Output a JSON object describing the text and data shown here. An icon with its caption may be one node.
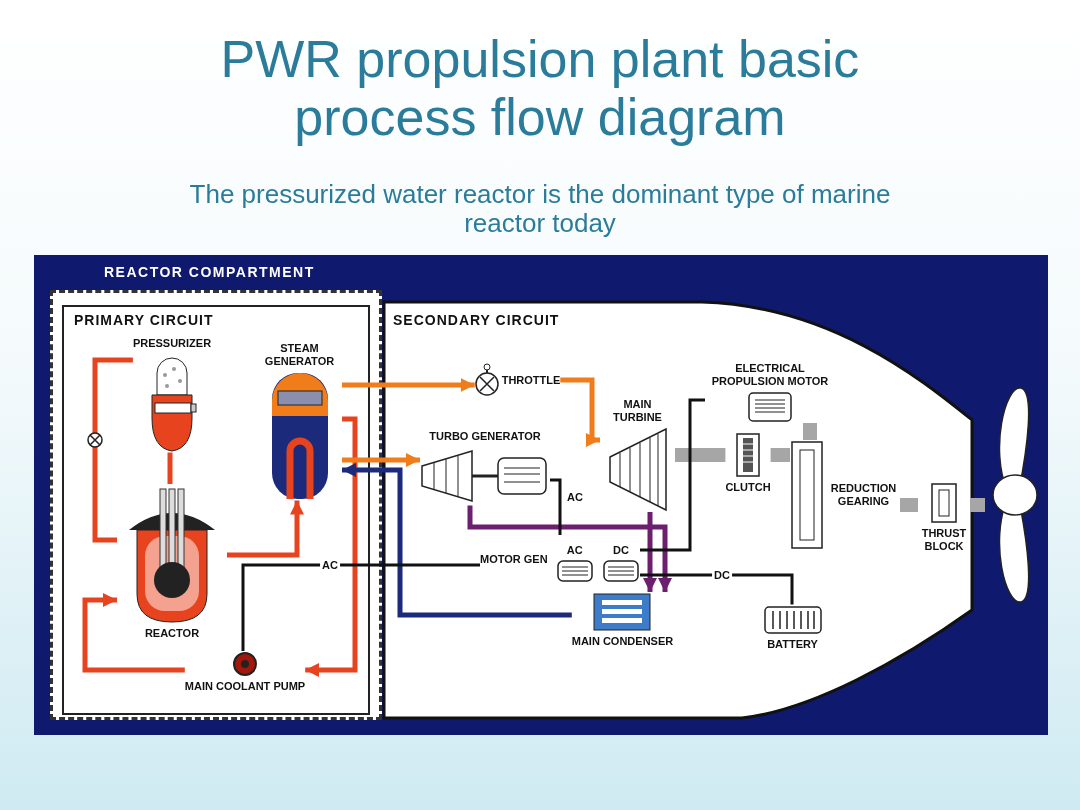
{
  "diagram": {
    "title": "PWR propulsion plant basic process flow diagram",
    "nodes": [
      {
        "text": [
          "REACTOR COMPARTMENT"
        ]
      },
      {
        "text": [
          "PRIMARY CIRCUIT"
        ],
        "in": 0
      },
      {
        "text": [
          "PRESSURIZER"
        ],
        "in": 1
      },
      {
        "text": [
          "STEAM GENERATOR"
        ],
        "in": 1
      },
      {
        "text": [
          "REACTOR"
        ],
        "in": 1
      },
      {
        "text": [
          "MAIN COOLANT PUMP"
        ],
        "in": 1
      },
      {
        "text": [
          "SECONDARY CIRCUIT"
        ]
      },
      {
        "text": [
          "THROTTLE"
        ],
        "in": 6
      },
      {
        "text": [
          "MAIN TURBINE"
        ],
        "in": 6
      },
      {
        "text": [
          "TURBO GENERATOR"
        ],
        "in": 6
      },
      {
        "text": [
          "MOTOR GEN",
          "AC",
          "DC"
        ],
        "in": 6
      },
      {
        "text": [
          "MAIN CONDENSER"
        ],
        "in": 6
      },
      {
        "text": [
          "CLUTCH"
        ],
        "in": 6
      },
      {
        "text": [
          "ELECTRICAL PROPULSION MOTOR"
        ],
        "in": 6
      },
      {
        "text": [
          "REDUCTION GEARING"
        ],
        "in": 6
      },
      {
        "text": [
          "THRUST BLOCK"
        ],
        "in": 6
      },
      {
        "text": [
          "BATTERY"
        ],
        "in": 6
      },
      {
        "text": [],
        "shape": "picture"
      }
    ],
    "edges": [
      {
        "from": 4,
        "to": 3,
        "arrow": "to",
        "color": "#e8431f"
      },
      {
        "from": 3,
        "to": 5,
        "arrow": "to",
        "color": "#e8431f"
      },
      {
        "from": 5,
        "to": 4,
        "arrow": "to",
        "color": "#e8431f"
      },
      {
        "from": 2,
        "to": 4,
        "arrow": "none",
        "color": "#e8431f"
      },
      {
        "from": 4,
        "to": 2,
        "arrow": "none",
        "color": "#e8431f"
      },
      {
        "from": 3,
        "to": 7,
        "arrow": "to",
        "color": "#f07d1a"
      },
      {
        "from": 7,
        "to": 8,
        "arrow": "to",
        "color": "#f07d1a"
      },
      {
        "from": 3,
        "to": 9,
        "arrow": "to",
        "color": "#f07d1a"
      },
      {
        "from": 8,
        "to": 11,
        "arrow": "to",
        "color": "#6b1f6e"
      },
      {
        "from": 9,
        "to": 11,
        "arrow": "to",
        "color": "#6b1f6e"
      },
      {
        "from": 11,
        "to": 3,
        "arrow": "to",
        "color": "#1b2a7a"
      },
      {
        "from": 9,
        "to": 10,
        "arrow": "none",
        "label": "AC",
        "color": "#111111"
      },
      {
        "from": 10,
        "to": 5,
        "arrow": "none",
        "label": "AC",
        "color": "#111111"
      },
      {
        "from": 8,
        "to": 12,
        "arrow": "none",
        "style": "thick",
        "color": "#a6a6a6"
      },
      {
        "from": 12,
        "to": 14,
        "arrow": "none",
        "style": "thick",
        "color": "#a6a6a6"
      },
      {
        "from": 13,
        "to": 14,
        "arrow": "none",
        "style": "thick",
        "color": "#a6a6a6"
      },
      {
        "from": 14,
        "to": 15,
        "arrow": "none",
        "style": "thick",
        "color": "#a6a6a6"
      },
      {
        "from": 15,
        "to": 17,
        "arrow": "none",
        "style": "thick",
        "color": "#a6a6a6"
      },
      {
        "from": 10,
        "to": 13,
        "arrow": "none",
        "color": "#111111"
      },
      {
        "from": 10,
        "to": 16,
        "arrow": "none",
        "label": "DC",
        "color": "#111111"
      }
    ],
    "labels": [
      "The pressurized water reactor is the dominant type of marine reactor today"
    ]
  }
}
